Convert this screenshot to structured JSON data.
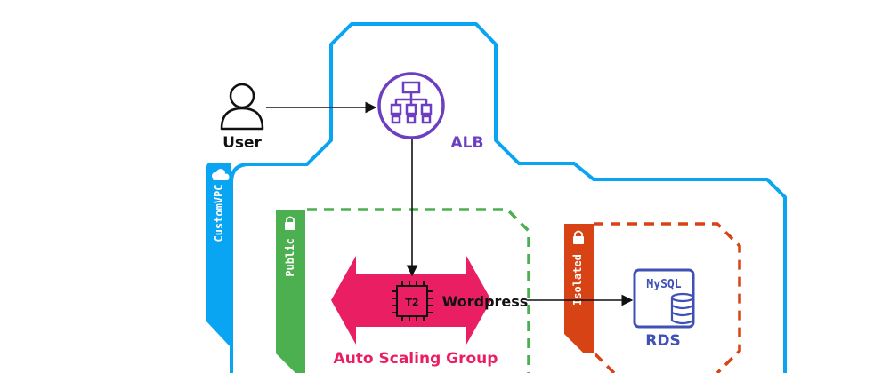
{
  "user": {
    "label": "User"
  },
  "alb": {
    "label": "ALB"
  },
  "vpc": {
    "label": "CustomVPC"
  },
  "public_subnet": {
    "label": "Public"
  },
  "isolated_subnet": {
    "label": "Isolated"
  },
  "instance": {
    "chip_label": "T2",
    "label": "Wordpress"
  },
  "asg": {
    "label": "Auto Scaling Group"
  },
  "rds": {
    "engine_label": "MySQL",
    "label": "RDS"
  },
  "colors": {
    "vpc": "#0AA5F2",
    "public": "#4CAF50",
    "isolated": "#D84315",
    "alb": "#6D3FC0",
    "asg": "#E91E63",
    "rds": "#3F51B5",
    "text": "#111111"
  }
}
